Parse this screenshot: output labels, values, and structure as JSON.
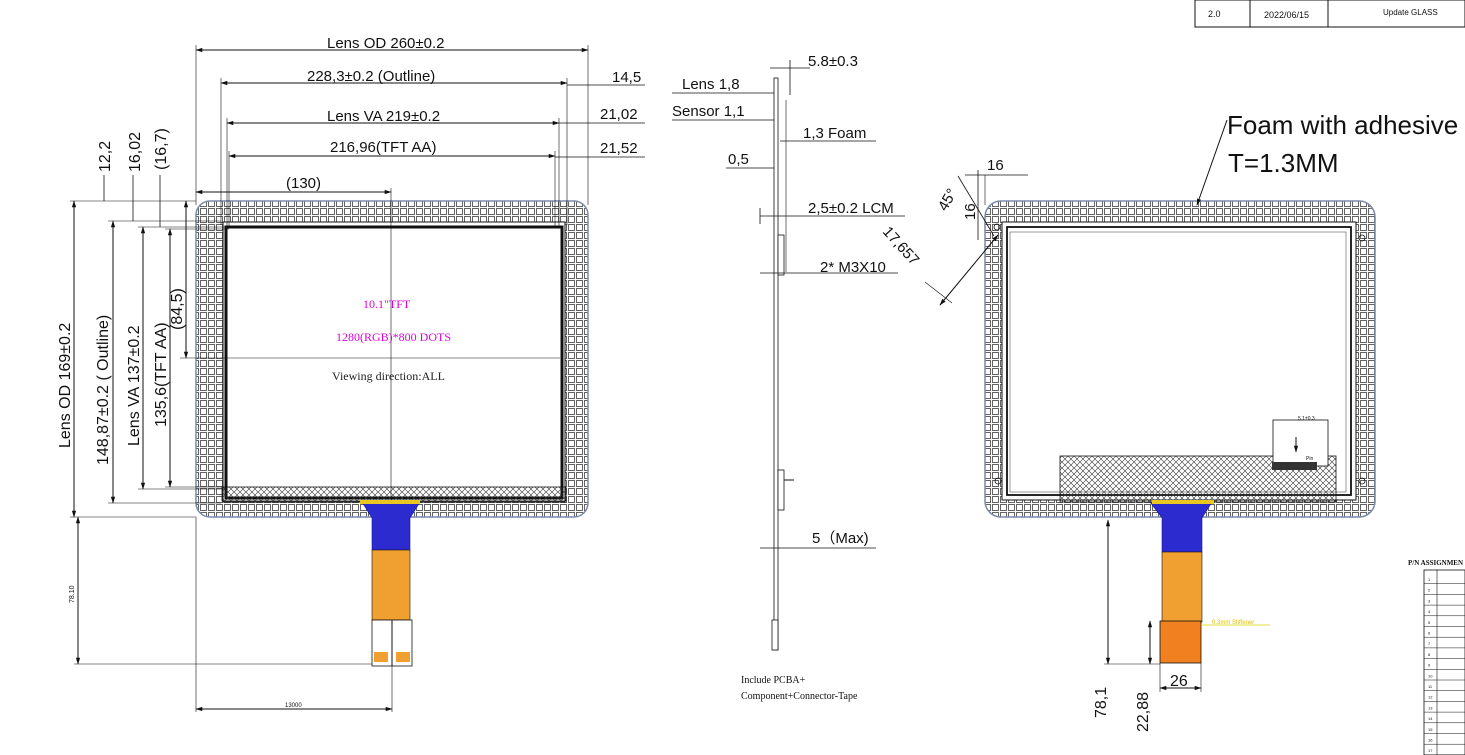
{
  "revision_block": {
    "version": "2.0",
    "date": "2022/06/15",
    "note": "Update GLASS"
  },
  "front_view": {
    "lens_od_width": "Lens OD 260±0.2",
    "outline_width": "228,3±0.2 (Outline)",
    "lens_va_width": "Lens VA 219±0.2",
    "tft_aa_width": "216,96(TFT AA)",
    "half_width": "(130)",
    "right_14_5": "14,5",
    "right_21_02": "21,02",
    "right_21_52": "21,52",
    "top_12_2": "12,2",
    "top_16_02": "16,02",
    "top_16_7": "(16,7)",
    "lens_od_height": "Lens OD 169±0.2",
    "outline_height": "148,87±0.2 ( Outline)",
    "lens_va_height": "Lens VA 137±0.2",
    "tft_aa_height": "135,6(TFT AA)",
    "half_height": "(84,5)",
    "panel_size": "10.1\"TFT",
    "resolution": "1280(RGB)*800 DOTS",
    "viewing": "Viewing direction:ALL",
    "tail_length": "78.10",
    "tail_offset": "13000"
  },
  "side_view": {
    "total_thickness": "5.8±0.3",
    "lens": "Lens 1,8",
    "sensor": "Sensor 1,1",
    "foam": "1,3 Foam",
    "gap": "0,5",
    "lcm": "2,5±0.2 LCM",
    "screws": "2* M3X10",
    "max_thickness": "5（Max)",
    "note_line1": "Include PCBA+",
    "note_line2": "Component+Connector-Tape"
  },
  "back_view": {
    "foam_line1": "Foam with adhesive",
    "foam_line2": "T=1.3MM",
    "corner_16_top": "16",
    "corner_16_side": "16",
    "angle": "45°",
    "diag": "17,657",
    "small_dim": "5.1±0.3",
    "pin_label": "Pin",
    "stiffener": "0.3mm Stiffener",
    "tail_78_1": "78,1",
    "tail_22_88": "22,88",
    "tail_width": "26"
  },
  "pin_table": {
    "title": "P/N ASSIGNMEN",
    "rows": [
      "1",
      "2",
      "3",
      "4",
      "5",
      "6",
      "7",
      "8",
      "9",
      "10",
      "11",
      "12",
      "13",
      "14",
      "15",
      "16",
      "17"
    ]
  },
  "colors": {
    "magenta_text": "#e000e0",
    "fpc_blue": "#2b2bd0",
    "fpc_orange": "#f0a030",
    "stiffener_orange": "#f08020",
    "frame_blue": "#7a8aa8"
  }
}
